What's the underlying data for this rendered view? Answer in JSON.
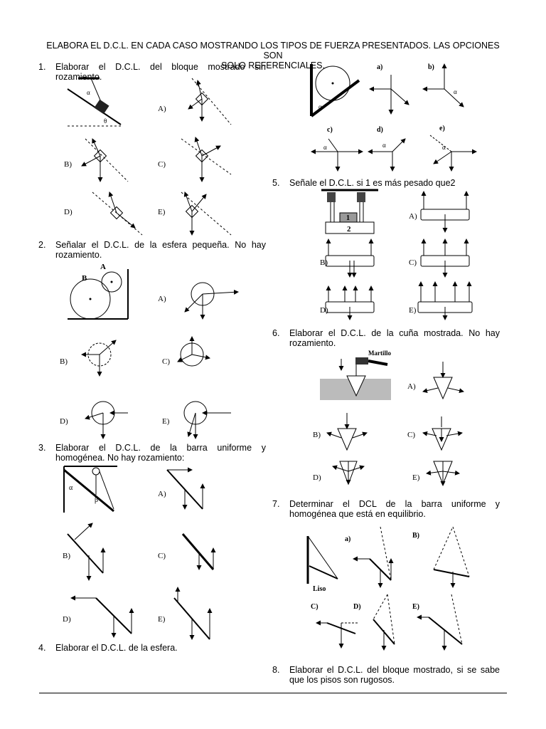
{
  "header": {
    "line1": "ELABORA EL D.C.L. EN CADA CASO MOSTRANDO LOS TIPOS DE FUERZA PRESENTADOS. LAS OPCIONES SON",
    "line2": "SOLO REFERENCIALES."
  },
  "questions": [
    {
      "num": "1.",
      "text": "Elaborar el D.C.L. del bloque mostrado sin rozamiento."
    },
    {
      "num": "2.",
      "text": "Señalar el D.C.L. de la esfera pequeña. No hay rozamiento."
    },
    {
      "num": "3.",
      "text": "Elaborar el D.C.L. de la barra uniforme y homogénea. No hay rozamiento:"
    },
    {
      "num": "4.",
      "text": "Elaborar el D.C.L. de la esfera."
    },
    {
      "num": "5.",
      "text": "Señale el D.C.L. si 1 es más pesado que2"
    },
    {
      "num": "6.",
      "text": "Elaborar el D.C.L. de la cuña mostrada. No hay rozamiento."
    },
    {
      "num": "7.",
      "text": "Determinar el DCL de la barra uniforme y homogénea que está en equilibrio."
    },
    {
      "num": "8.",
      "text": "Elaborar el D.C.L. del bloque mostrado, si se sabe que los pisos son rugosos."
    }
  ],
  "options_upper": [
    "A)",
    "B)",
    "C)",
    "D)",
    "E)"
  ],
  "options_lower": [
    "a)",
    "b)",
    "c)",
    "d)",
    "e)"
  ],
  "figure_labels": {
    "alpha": "α",
    "beta": "β",
    "theta": "θ",
    "sphere_a": "A",
    "sphere_b": "B",
    "block_1": "1",
    "block_2": "2",
    "martillo": "Martillo",
    "liso": "Liso"
  }
}
